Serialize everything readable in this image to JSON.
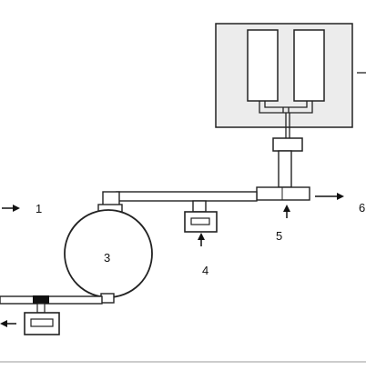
{
  "labels": {
    "l1": "1",
    "l3": "3",
    "l4": "4",
    "l5": "5",
    "l6": "6"
  },
  "colors": {
    "line": "#222222",
    "enclosure_fill": "#ececec",
    "tube_fill": "#ffffff",
    "valve_fill": "#111111"
  }
}
